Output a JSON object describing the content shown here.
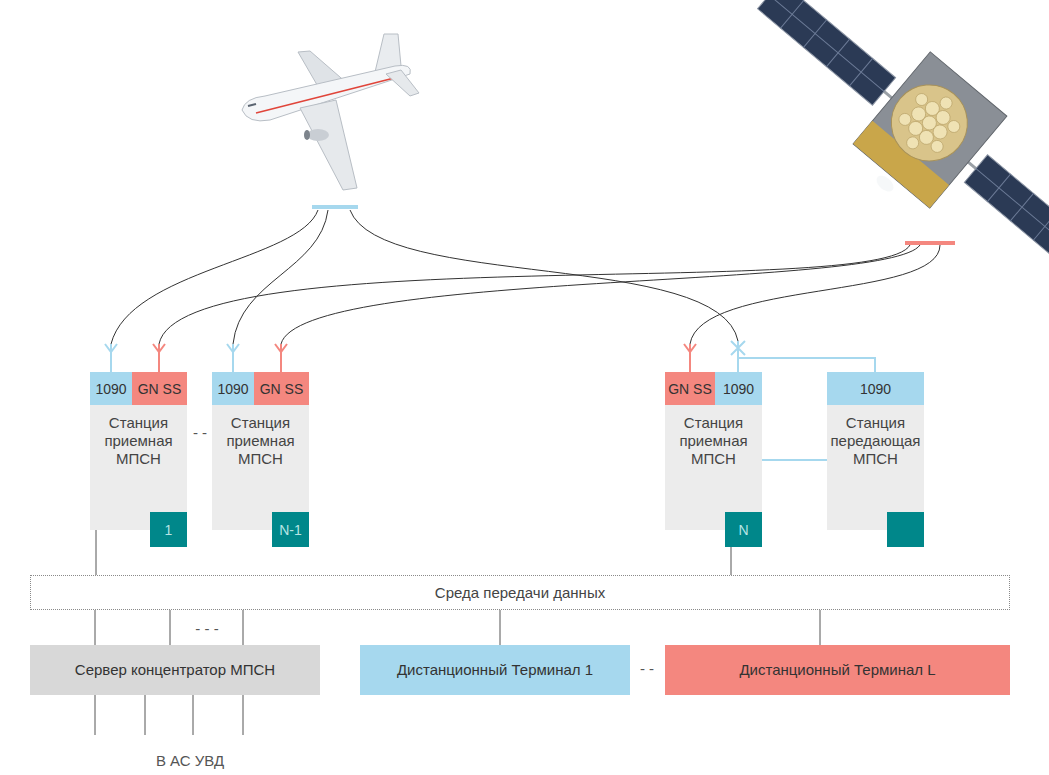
{
  "diagram": {
    "nodes": [
      {
        "text": [
          "Станция приемная МПСН"
        ]
      },
      {
        "text": [
          "1090"
        ],
        "in": 0
      },
      {
        "text": [
          "GN SS"
        ],
        "in": 0
      },
      {
        "text": [
          "1"
        ],
        "in": 0
      },
      {
        "text": [
          "Станция приемная МПСН"
        ]
      },
      {
        "text": [
          "1090"
        ],
        "in": 4
      },
      {
        "text": [
          "GN SS"
        ],
        "in": 4
      },
      {
        "text": [
          "N-1"
        ],
        "in": 4
      },
      {
        "text": [
          "Станция приемная МПСН"
        ]
      },
      {
        "text": [
          "GN SS"
        ],
        "in": 8
      },
      {
        "text": [
          "1090"
        ],
        "in": 8
      },
      {
        "text": [
          "N"
        ],
        "in": 8
      },
      {
        "text": [
          "Станция передающая МПСН"
        ]
      },
      {
        "text": [
          "1090"
        ],
        "in": 12
      },
      {
        "text": [
          "Среда передачи данных"
        ]
      },
      {
        "text": [
          "Сервер концентратор МПСН"
        ]
      },
      {
        "text": [
          "Дистанционный Терминал 1"
        ]
      },
      {
        "text": [
          "Дистанционный Терминал L"
        ]
      }
    ],
    "edges": [
      {
        "from": 0,
        "to": 14,
        "arrow": "none"
      },
      {
        "from": 11,
        "to": 14,
        "arrow": "none"
      },
      {
        "from": 8,
        "to": 12,
        "arrow": "none"
      },
      {
        "from": 14,
        "to": 15,
        "arrow": "none"
      },
      {
        "from": 14,
        "to": 15,
        "arrow": "none"
      },
      {
        "from": 14,
        "to": 15,
        "arrow": "none"
      },
      {
        "from": 14,
        "to": 16,
        "arrow": "none"
      },
      {
        "from": 14,
        "to": 17,
        "arrow": "none"
      }
    ],
    "labels": [
      "- -",
      "- - -",
      "- -",
      "В АС УВД"
    ]
  }
}
